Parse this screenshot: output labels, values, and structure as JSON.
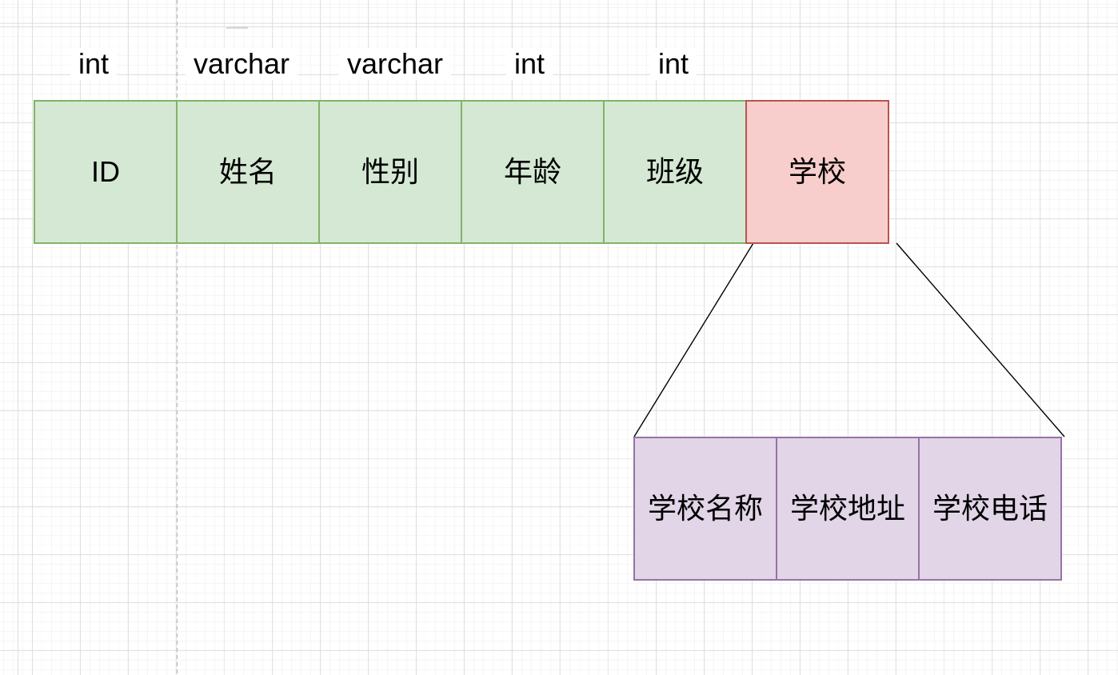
{
  "student_table": {
    "cells": [
      {
        "label": "ID",
        "type": "int"
      },
      {
        "label": "姓名",
        "type": "varchar"
      },
      {
        "label": "性别",
        "type": "varchar"
      },
      {
        "label": "年龄",
        "type": "int"
      },
      {
        "label": "班级",
        "type": "int"
      },
      {
        "label": "学校",
        "highlighted": true
      }
    ]
  },
  "school_table": {
    "cells": [
      {
        "label": "学校名称"
      },
      {
        "label": "学校地址"
      },
      {
        "label": "学校电话"
      }
    ]
  },
  "colors": {
    "normal_cell_fill": "#d5e8d4",
    "normal_cell_border": "#82b366",
    "highlight_cell_fill": "#f8cecc",
    "highlight_cell_border": "#b85450",
    "sub_table_fill": "#e1d5e7",
    "sub_table_border": "#9673a6",
    "connector_line": "#000000",
    "page_guide_line": "#b3b3b3",
    "grid_major": "#e0e0e0",
    "grid_minor": "#f5f5f5",
    "text": "#000000"
  }
}
